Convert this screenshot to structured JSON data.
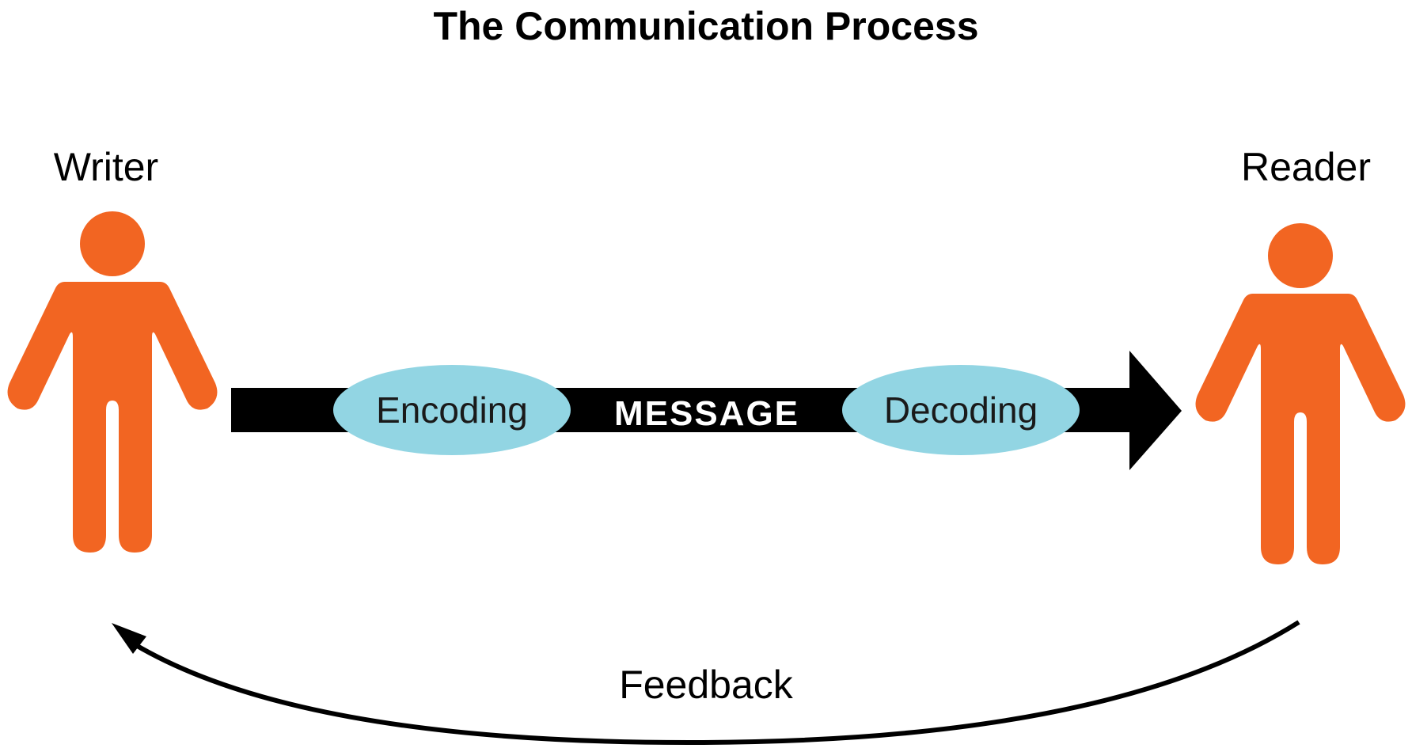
{
  "title": "The Communication Process",
  "writer": {
    "label": "Writer"
  },
  "reader": {
    "label": "Reader"
  },
  "encoding": {
    "label": "Encoding"
  },
  "decoding": {
    "label": "Decoding"
  },
  "message": {
    "label": "MESSAGE"
  },
  "feedback": {
    "label": "Feedback"
  },
  "colors": {
    "person": "#f26522",
    "bubble": "#92d5e3",
    "arrow": "#000000"
  }
}
